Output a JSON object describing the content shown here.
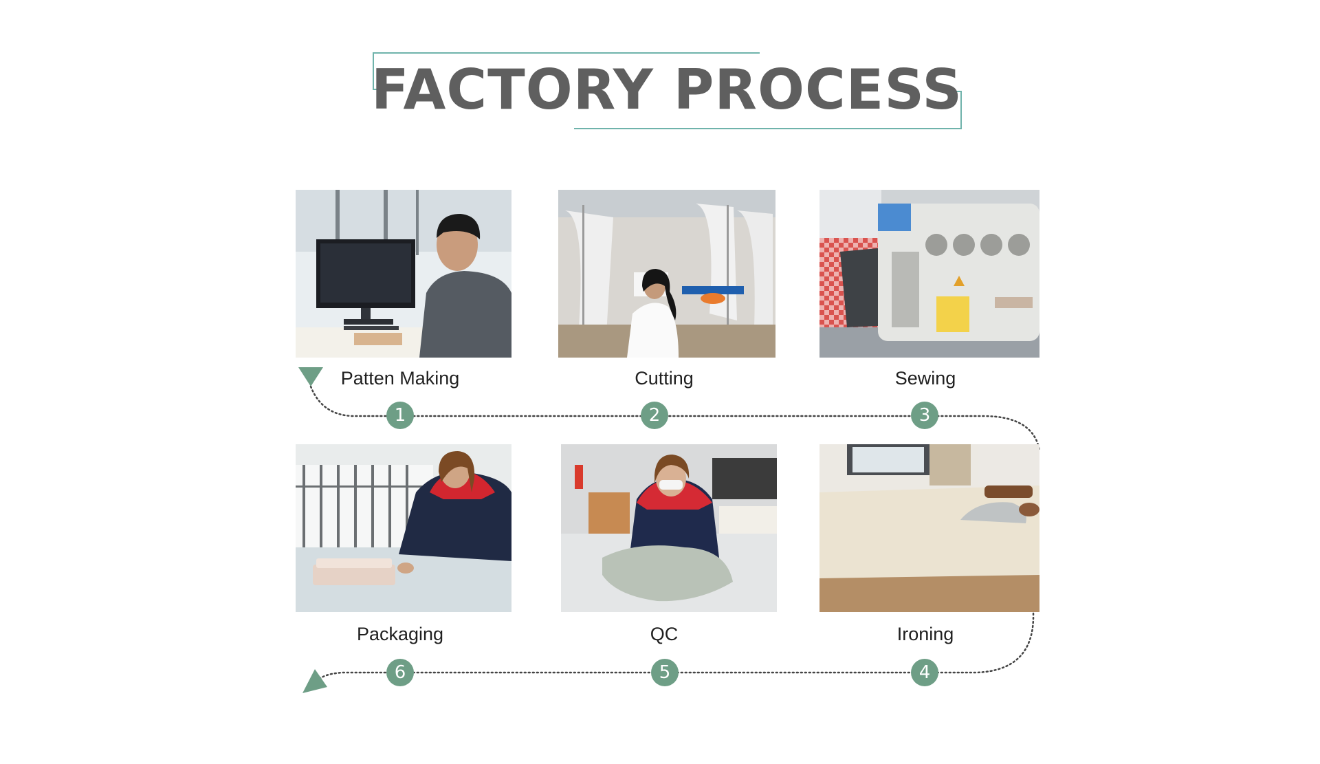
{
  "header": {
    "title": "FACTORY PROCESS"
  },
  "steps": [
    {
      "number": "1",
      "label": "Patten Making",
      "photo": "pattern-making-photo"
    },
    {
      "number": "2",
      "label": "Cutting",
      "photo": "cutting-photo"
    },
    {
      "number": "3",
      "label": "Sewing",
      "photo": "sewing-photo"
    },
    {
      "number": "4",
      "label": "Ironing",
      "photo": "ironing-photo"
    },
    {
      "number": "5",
      "label": "QC",
      "photo": "qc-photo"
    },
    {
      "number": "6",
      "label": "Packaging",
      "photo": "packaging-photo"
    }
  ],
  "colors": {
    "title": "#5f5f5f",
    "frame": "#6fb3ab",
    "badge": "#6e9e86",
    "arrow": "#6e9e86",
    "dots": "#444444"
  }
}
